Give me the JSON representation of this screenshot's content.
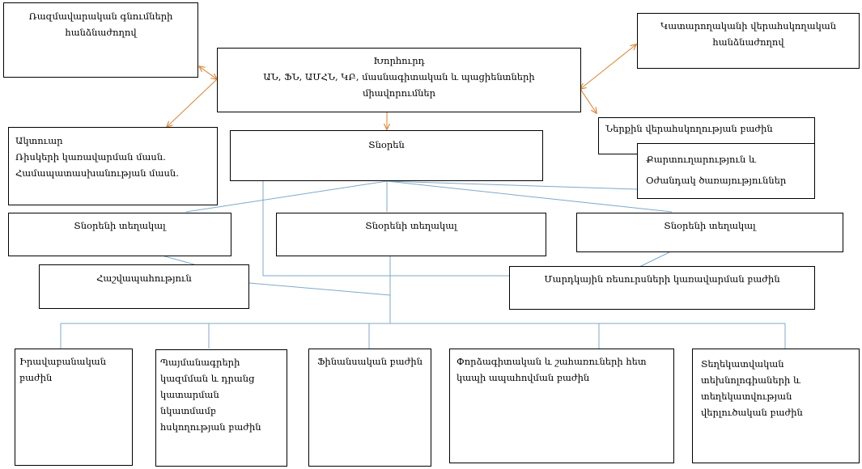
{
  "nodes": {
    "strategic": "Ռազմավարական գնումների հանձնաժողով",
    "board_title": "Խորհուրդ",
    "board_members": "ԱՆ, ՖՆ, ԱՄՀՆ, ԿԲ, մասնագիտական և պացիենտների միավորումներ",
    "executive_committee": "Կատարողականի վերահսկողական հանձնաժողով",
    "internal_audit": "Ներքին վերահսկողության բաժին",
    "actuary": [
      "Ակտուար",
      "Ռիսկերի կառավարման մասն.",
      "Համապատասխանության մասն."
    ],
    "director": "Տնօրեն",
    "secretariat": [
      "Քարտուղարություն և",
      "Օժանդակ ծառայություններ"
    ],
    "deputy_1": "Տնօրենի տեղակալ",
    "deputy_2": "Տնօրենի տեղակալ",
    "deputy_3": "Տնօրենի տեղակալ",
    "accounting": "Հաշվապահություն",
    "hr": "Մարդկային ռեսուրսների կառավարման բաժին",
    "legal": [
      "Իրավաբանական",
      "բաժին"
    ],
    "contracts": [
      "Պայմանագրերի",
      "կազմման և դրանց",
      "կատարման",
      "նկատմամբ",
      "հսկողության բաժին"
    ],
    "finance": "Ֆինանսական բաժին",
    "expertise": [
      "Փորձագիտական և շահառուների  հետ",
      "կապի ապահովման բաժին"
    ],
    "it": [
      "Տեղեկատվական",
      "տեխնոլոգիաների և",
      "տեղեկատվության",
      "վերլուծական բաժին"
    ]
  },
  "colors": {
    "connector": "#7fa9c9",
    "arrow": "#e08a3c",
    "border": "#000000"
  }
}
